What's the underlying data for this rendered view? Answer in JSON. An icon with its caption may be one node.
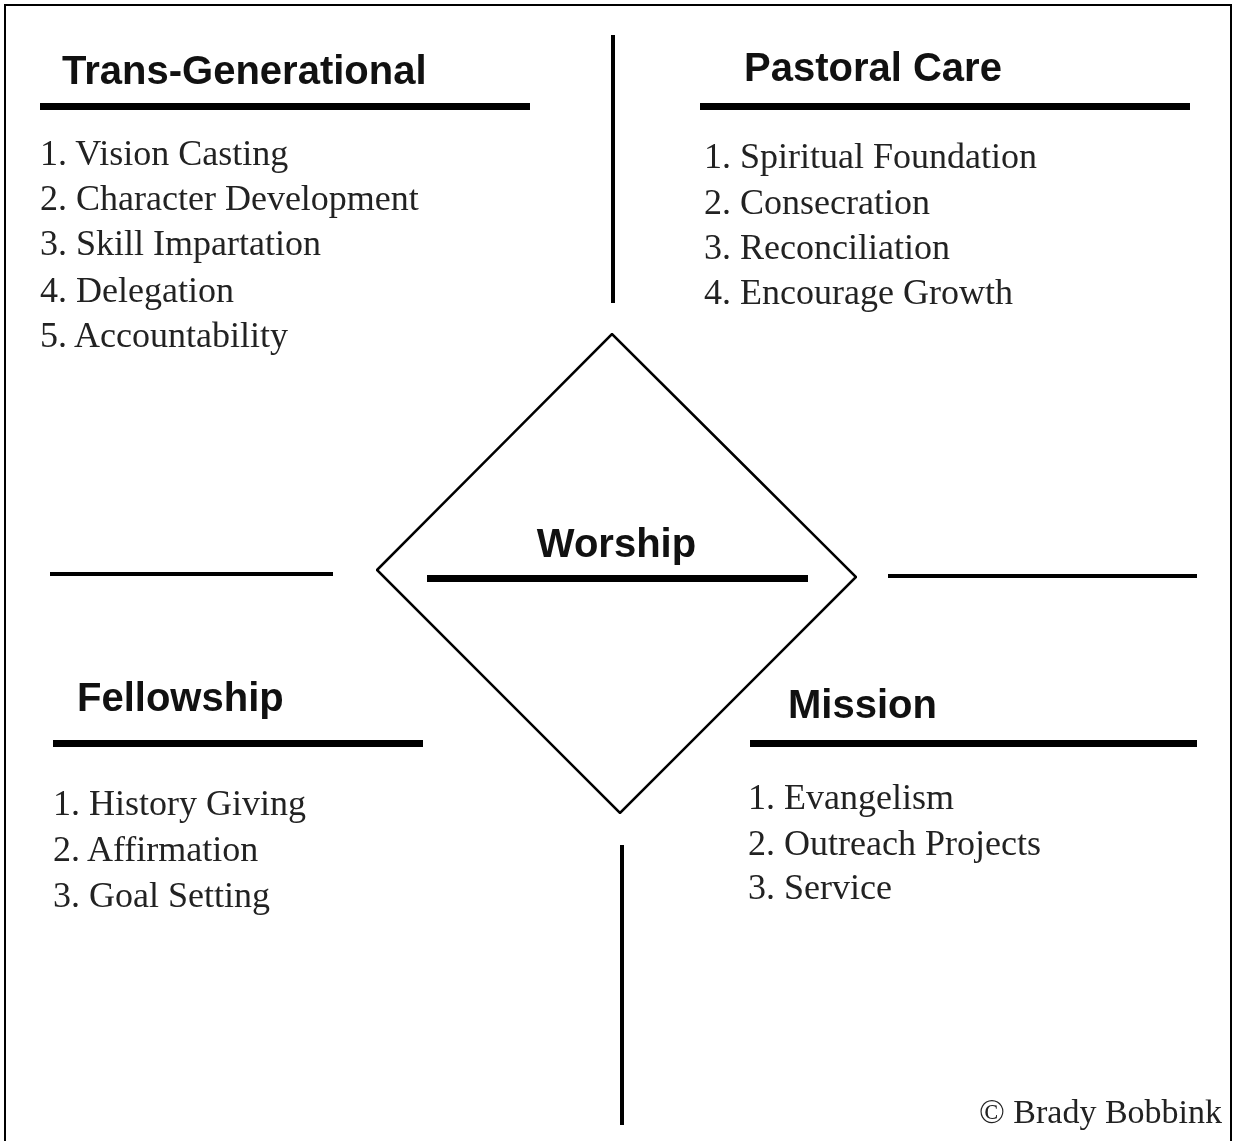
{
  "diagram": {
    "nodes": [
      {
        "text": [
          "Worship"
        ]
      }
    ],
    "labels": [
      "Trans-Generational",
      "1. Vision Casting",
      "2. Character Development",
      "3. Skill Impartation",
      "4. Delegation",
      "5. Accountability",
      "Pastoral Care",
      "1. Spiritual Foundation",
      "2. Consecration",
      "3. Reconciliation",
      "4. Encourage Growth",
      "Fellowship",
      "1. History Giving",
      "2. Affirmation",
      "3. Goal Setting",
      "Mission",
      "1. Evangelism",
      "2. Outreach Projects",
      "3. Service",
      "© Brady Bobbink"
    ]
  }
}
